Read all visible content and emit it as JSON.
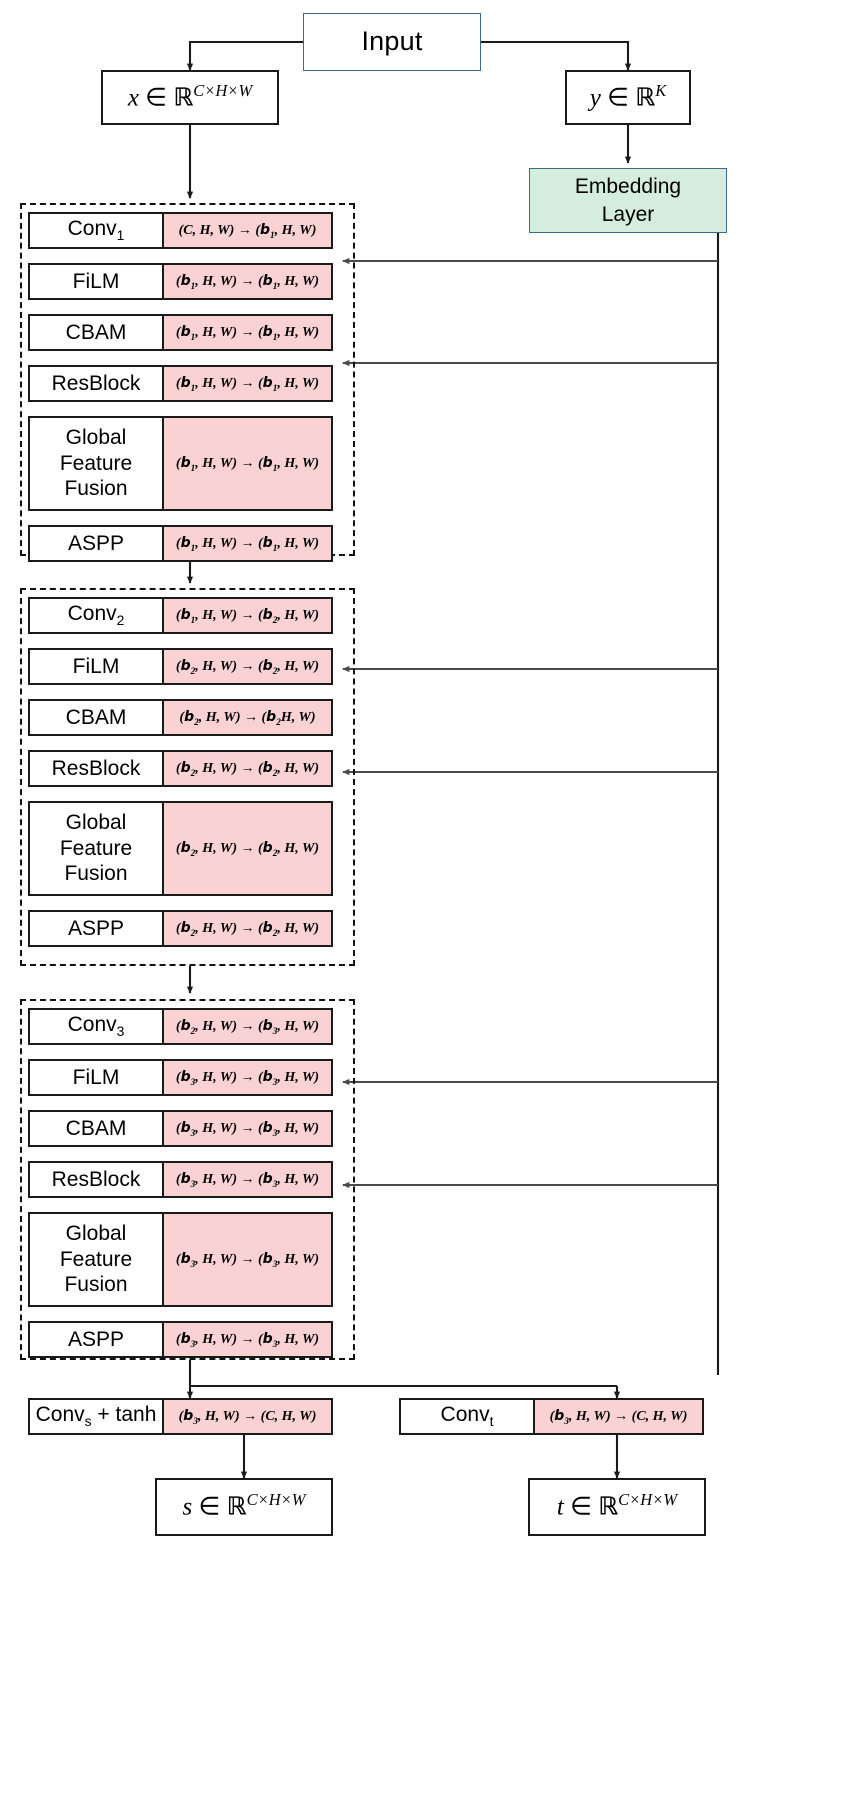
{
  "diagram": {
    "title": "Conditional coupling-layer network architecture",
    "colors": {
      "shape_fill": "#fad2d4",
      "embedding_fill": "#d5eddc",
      "accent_border": "#3d6a89",
      "stroke": "#1a1a1a"
    }
  },
  "top": {
    "input_label": "Input",
    "x_tensor": "x ∈ ℝ^{C×H×W}",
    "y_tensor": "y ∈ ℝ^{K}",
    "embedding_line1": "Embedding",
    "embedding_line2": "Layer"
  },
  "stages": [
    {
      "name": "stage-1",
      "rows": [
        {
          "label": "Conv₁",
          "shape": "(C, H, W) → (b₁, H, W)",
          "conditioned": false,
          "tall": false
        },
        {
          "label": "FiLM",
          "shape": "(b₁, H, W) → (b₁, H, W)",
          "conditioned": true,
          "tall": false
        },
        {
          "label": "CBAM",
          "shape": "(b₁, H, W) → (b₁, H, W)",
          "conditioned": false,
          "tall": false
        },
        {
          "label": "ResBlock",
          "shape": "(b₁, H, W) → (b₁, H, W)",
          "conditioned": true,
          "tall": false
        },
        {
          "label": "Global Feature Fusion",
          "shape": "(b₁, H, W) → (b₁, H, W)",
          "conditioned": false,
          "tall": true
        },
        {
          "label": "ASPP",
          "shape": "(b₁, H, W) → (b₁, H, W)",
          "conditioned": false,
          "tall": false
        }
      ]
    },
    {
      "name": "stage-2",
      "rows": [
        {
          "label": "Conv₂",
          "shape": "(b₁, H, W) → (b₂, H, W)",
          "conditioned": false,
          "tall": false
        },
        {
          "label": "FiLM",
          "shape": "(b₂, H, W) → (b₂, H, W)",
          "conditioned": true,
          "tall": false
        },
        {
          "label": "CBAM",
          "shape": "(b₂, H, W) → (b₂H, W)",
          "conditioned": false,
          "tall": false
        },
        {
          "label": "ResBlock",
          "shape": "(b₂, H, W) → (b₂, H, W)",
          "conditioned": true,
          "tall": false
        },
        {
          "label": "Global Feature Fusion",
          "shape": "(b₂, H, W) → (b₂, H, W)",
          "conditioned": false,
          "tall": true
        },
        {
          "label": "ASPP",
          "shape": "(b₂, H, W) → (b₂, H, W)",
          "conditioned": false,
          "tall": false
        }
      ]
    },
    {
      "name": "stage-3",
      "rows": [
        {
          "label": "Conv₃",
          "shape": "(b₂, H, W) → (b₃, H, W)",
          "conditioned": false,
          "tall": false
        },
        {
          "label": "FiLM",
          "shape": "(b₃, H, W) → (b₃, H, W)",
          "conditioned": true,
          "tall": false
        },
        {
          "label": "CBAM",
          "shape": "(b₃, H, W) → (b₃, H, W)",
          "conditioned": false,
          "tall": false
        },
        {
          "label": "ResBlock",
          "shape": "(b₃, H, W) → (b₃, H, W)",
          "conditioned": true,
          "tall": false
        },
        {
          "label": "Global Feature Fusion",
          "shape": "(b₃, H, W) → (b₃, H, W)",
          "conditioned": false,
          "tall": true
        },
        {
          "label": "ASPP",
          "shape": "(b₃, H, W) → (b₃, H, W)",
          "conditioned": false,
          "tall": false
        }
      ]
    }
  ],
  "heads": {
    "scale": {
      "label": "Convₛ + tanh",
      "shape": "(b₃, H, W) → (C, H, W)",
      "output": "s ∈ ℝ^{C×H×W}"
    },
    "translate": {
      "label": "Convₜ",
      "shape": "(b₃, H, W) → (C, H, W)",
      "output": "t ∈ ℝ^{C×H×W}"
    }
  }
}
